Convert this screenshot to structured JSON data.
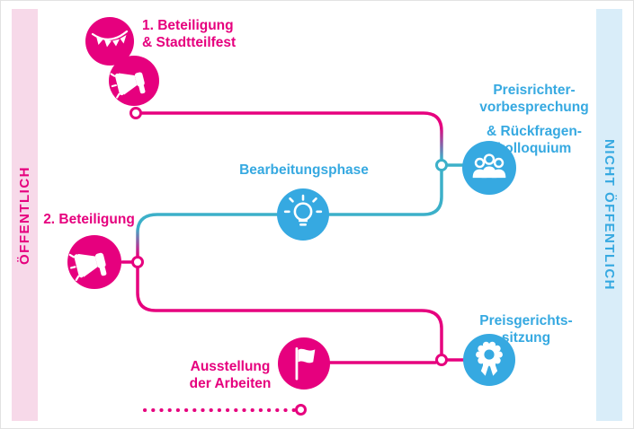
{
  "bands": {
    "left": {
      "label": "ÖFFENTLICH",
      "text_color": "#e6007e",
      "background": "#f7d9e9"
    },
    "right": {
      "label": "NICHT ÖFFENTLICH",
      "text_color": "#36a9e1",
      "background": "#d9edf9"
    }
  },
  "colors": {
    "pink": "#e6007e",
    "blue": "#36a9e1",
    "teal_line": "#3cb0c9"
  },
  "steps": [
    {
      "id": "beteiligung-1",
      "lines": [
        "1. Beteiligung",
        "& Stadtteilfest"
      ],
      "color": "#e6007e",
      "icons": [
        "bunting-icon",
        "megaphone-icon"
      ]
    },
    {
      "id": "preisrichtervorbesprechung",
      "lines": [
        "Preisrichter-",
        "vorbesprechung",
        "& Rückfragen-",
        "kolloquium"
      ],
      "color": "#36a9e1",
      "icons": [
        "jury-icon"
      ]
    },
    {
      "id": "bearbeitungsphase",
      "lines": [
        "Bearbeitungsphase"
      ],
      "color": "#36a9e1",
      "icons": [
        "lightbulb-icon"
      ]
    },
    {
      "id": "beteiligung-2",
      "lines": [
        "2. Beteiligung"
      ],
      "color": "#e6007e",
      "icons": [
        "megaphone-icon"
      ]
    },
    {
      "id": "preisgerichtssitzung",
      "lines": [
        "Preisgerichts-",
        "sitzung"
      ],
      "color": "#36a9e1",
      "icons": [
        "medal-icon"
      ]
    },
    {
      "id": "ausstellung",
      "lines": [
        "Ausstellung",
        "der Arbeiten"
      ],
      "color": "#e6007e",
      "icons": [
        "flag-icon"
      ]
    }
  ]
}
